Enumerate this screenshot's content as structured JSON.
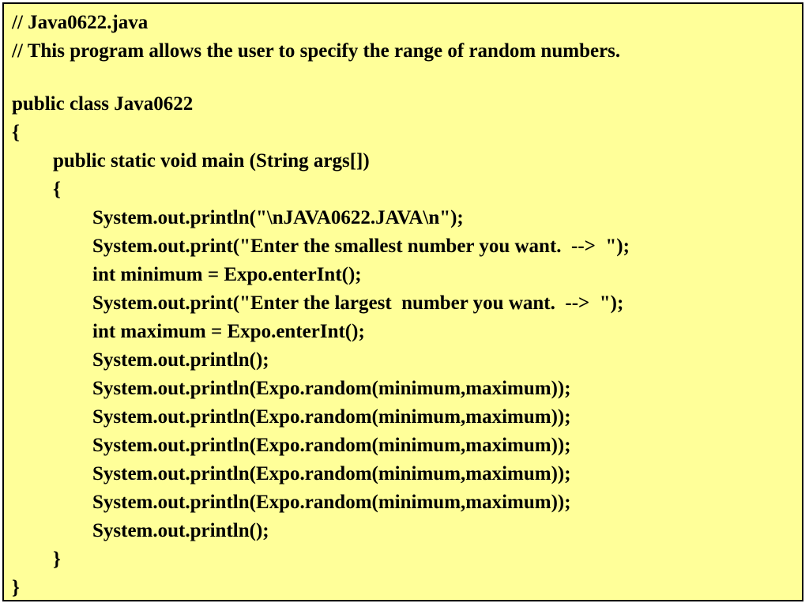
{
  "code": {
    "comment1": "// Java0622.java",
    "comment2": "// This program allows the user to specify the range of random numbers.",
    "class_decl": "public class Java0622",
    "class_open": "{",
    "main_decl": "public static void main (String args[])",
    "main_open": "{",
    "stmt1": "System.out.println(\"\\nJAVA0622.JAVA\\n\");",
    "stmt2": "System.out.print(\"Enter the smallest number you want.  -->  \");",
    "stmt3": "int minimum = Expo.enterInt();",
    "stmt4": "System.out.print(\"Enter the largest  number you want.  -->  \");",
    "stmt5": "int maximum = Expo.enterInt();",
    "stmt6": "System.out.println();",
    "stmt7": "System.out.println(Expo.random(minimum,maximum));",
    "stmt8": "System.out.println(Expo.random(minimum,maximum));",
    "stmt9": "System.out.println(Expo.random(minimum,maximum));",
    "stmt10": "System.out.println(Expo.random(minimum,maximum));",
    "stmt11": "System.out.println(Expo.random(minimum,maximum));",
    "stmt12": "System.out.println();",
    "main_close": "}",
    "class_close": "}"
  },
  "colors": {
    "background": "#ffff99",
    "border": "#000000",
    "text": "#000000"
  }
}
